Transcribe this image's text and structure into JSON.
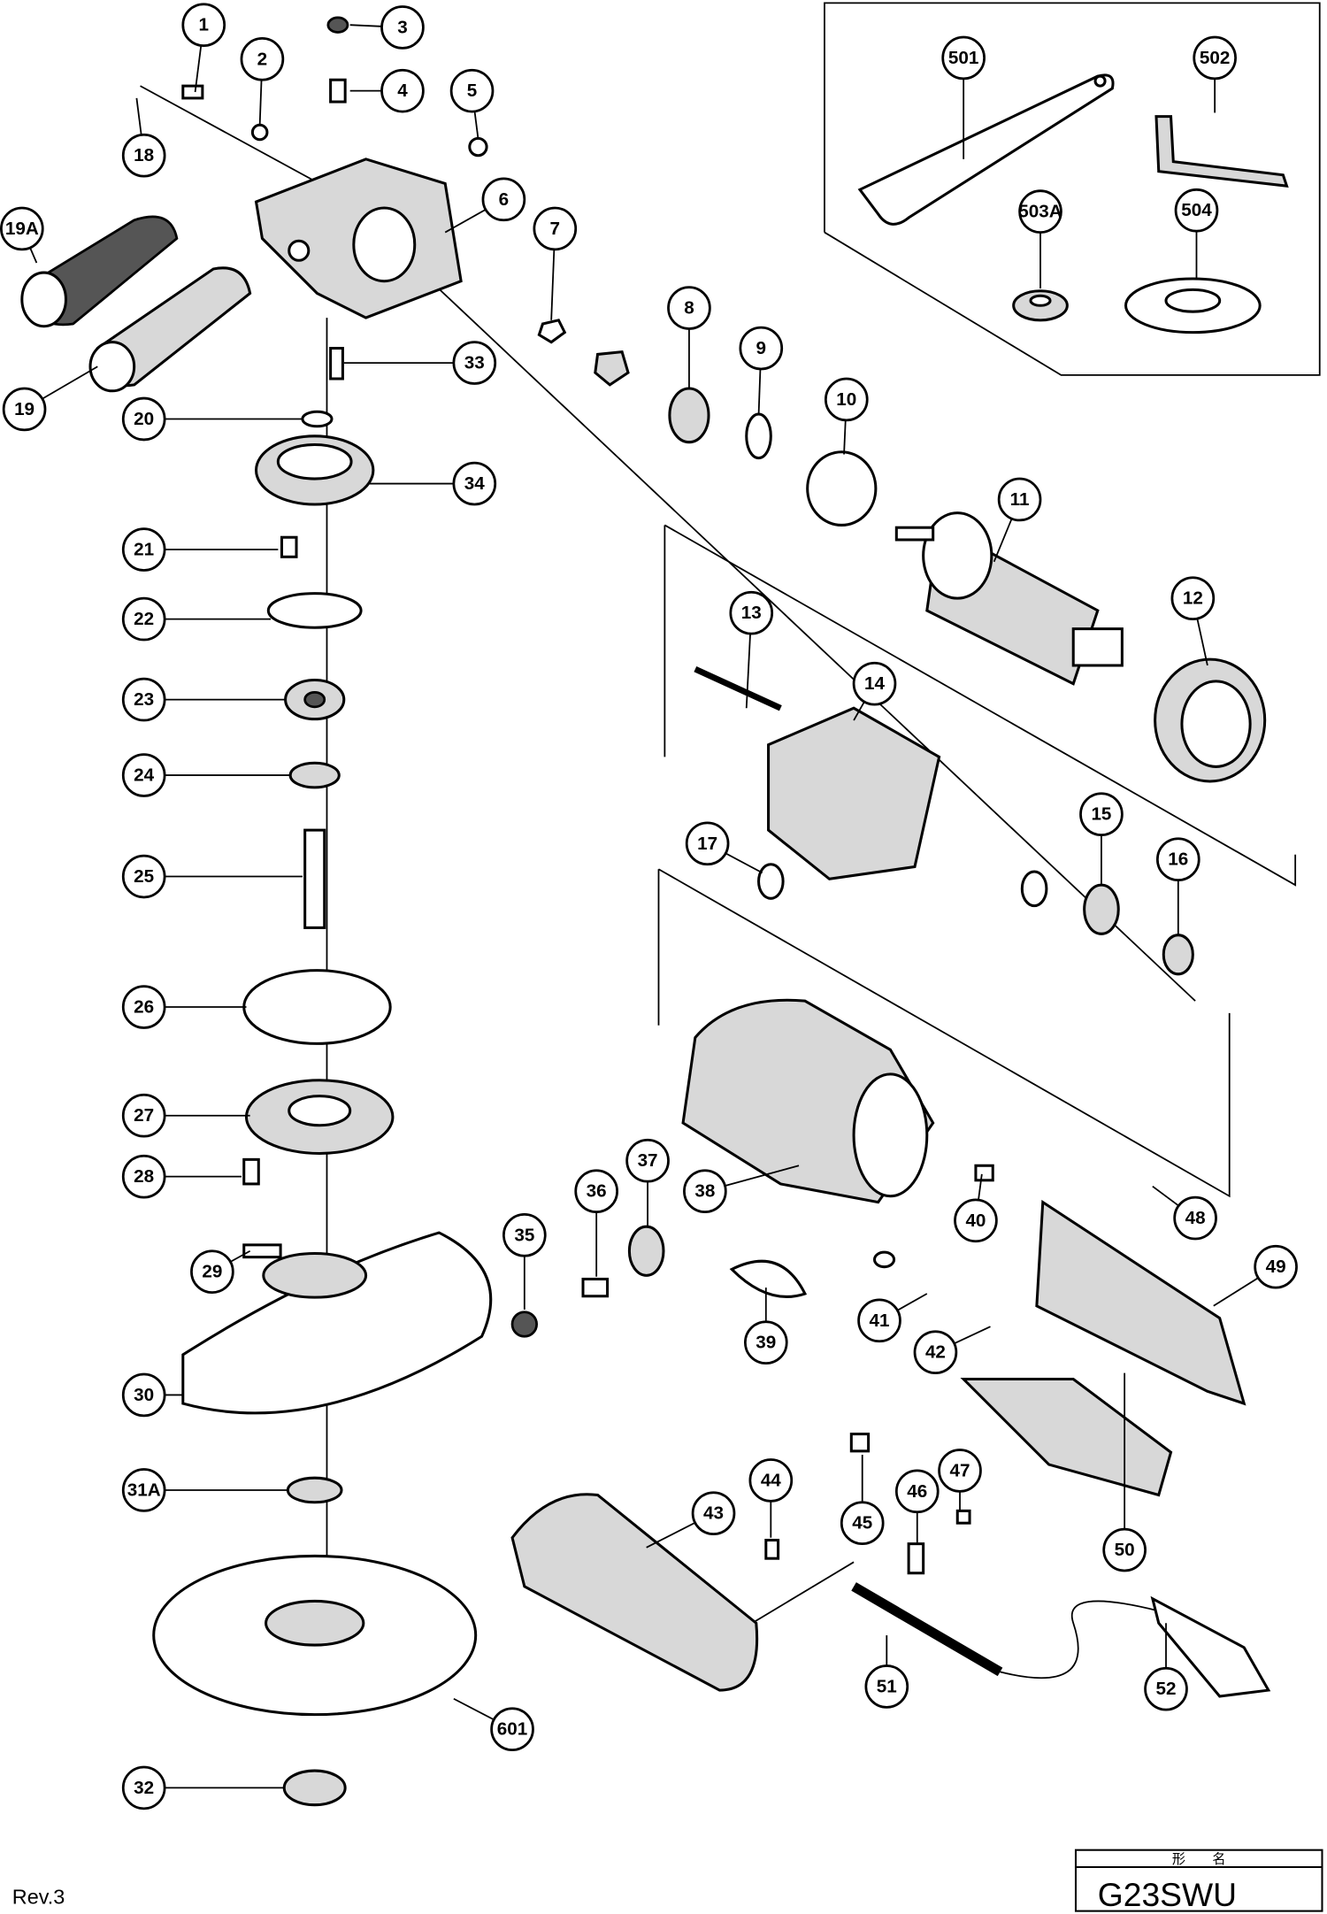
{
  "diagram": {
    "model_header": "形　　名",
    "model_name": "G23SWU",
    "revision": "Rev.3",
    "callouts": [
      "1",
      "2",
      "3",
      "4",
      "5",
      "6",
      "7",
      "8",
      "9",
      "10",
      "11",
      "12",
      "13",
      "14",
      "15",
      "16",
      "17",
      "18",
      "19A",
      "19",
      "20",
      "21",
      "22",
      "23",
      "24",
      "25",
      "26",
      "27",
      "28",
      "29",
      "30",
      "31A",
      "32",
      "33",
      "34",
      "35",
      "36",
      "37",
      "38",
      "39",
      "40",
      "41",
      "42",
      "43",
      "44",
      "45",
      "46",
      "47",
      "48",
      "49",
      "50",
      "51",
      "52",
      "501",
      "502",
      "503A",
      "504",
      "601"
    ]
  }
}
